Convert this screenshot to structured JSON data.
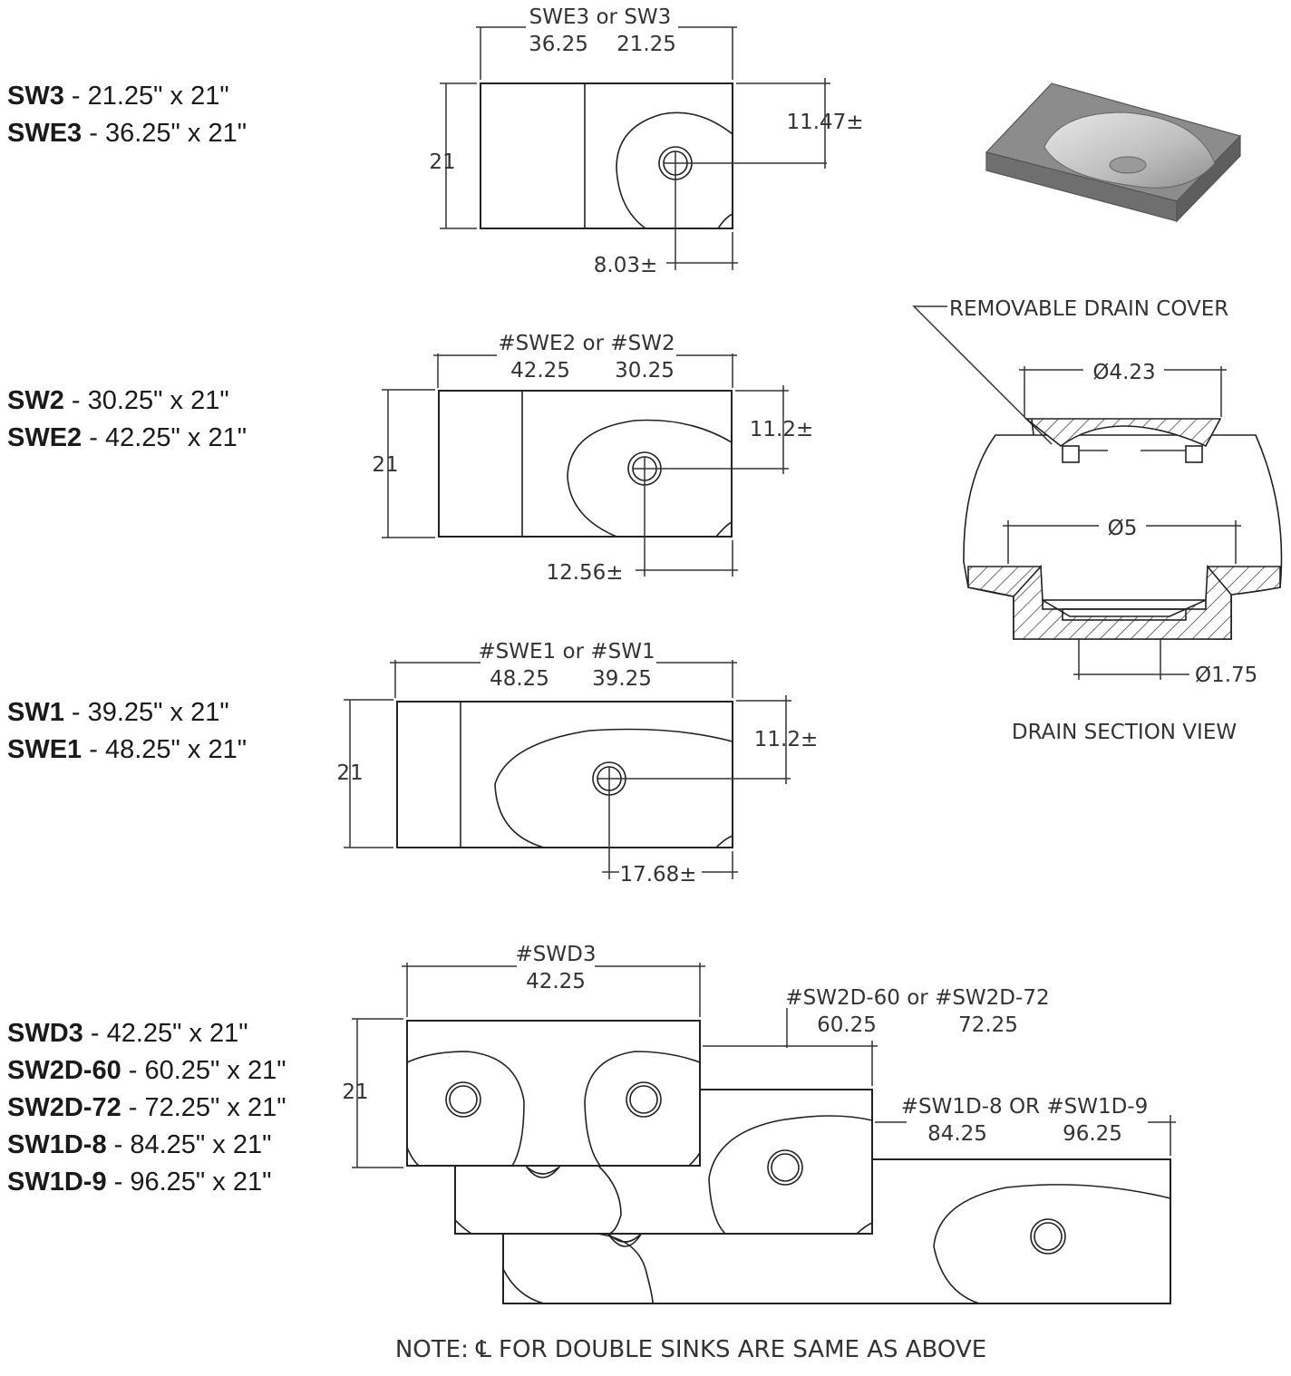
{
  "specs": {
    "g1": [
      {
        "code": "SW3",
        "size": " - 21.25\" x 21\""
      },
      {
        "code": "SWE3",
        "size": " - 36.25\" x 21\""
      }
    ],
    "g2": [
      {
        "code": "SW2",
        "size": " - 30.25\" x 21\""
      },
      {
        "code": "SWE2",
        "size": " - 42.25\" x 21\""
      }
    ],
    "g3": [
      {
        "code": "SW1",
        "size": " - 39.25\" x 21\""
      },
      {
        "code": "SWE1",
        "size": " - 48.25\" x 21\""
      }
    ],
    "g4": [
      {
        "code": "SWD3",
        "size": " - 42.25\" x 21\""
      },
      {
        "code": "SW2D-60",
        "size": " - 60.25\" x 21\""
      },
      {
        "code": "SW2D-72",
        "size": " - 72.25\" x 21\""
      },
      {
        "code": "SW1D-8",
        "size": " - 84.25\" x 21\""
      },
      {
        "code": "SW1D-9",
        "size": " - 96.25\" x 21\""
      }
    ]
  },
  "drawing1": {
    "title": "SWE3 or SW3",
    "len_a": "36.25",
    "len_b": "21.25",
    "height": "21",
    "drain_v": "11.47±",
    "drain_h": "8.03±"
  },
  "drawing2": {
    "title": "#SWE2 or #SW2",
    "len_a": "42.25",
    "len_b": "30.25",
    "height": "21",
    "drain_v": "11.2±",
    "drain_h": "12.56±"
  },
  "drawing3": {
    "title": "#SWE1 or #SW1",
    "len_a": "48.25",
    "len_b": "39.25",
    "height": "21",
    "drain_v": "11.2±",
    "drain_h": "17.68±"
  },
  "drawing4": {
    "swd3_title": "#SWD3",
    "swd3_len": "42.25",
    "height": "21",
    "sw2d_title": "#SW2D-60 or #SW2D-72",
    "sw2d_a": "60.25",
    "sw2d_b": "72.25",
    "sw1d_title": "#SW1D-8 OR #SW1D-9",
    "sw1d_a": "84.25",
    "sw1d_b": "96.25"
  },
  "drain": {
    "cover_label": "REMOVABLE DRAIN COVER",
    "d_top": "Ø4.23",
    "d_mid": "Ø5",
    "d_bot": "Ø1.75",
    "caption": "DRAIN SECTION VIEW"
  },
  "note": "NOTE: ℄ FOR DOUBLE SINKS ARE SAME AS ABOVE"
}
